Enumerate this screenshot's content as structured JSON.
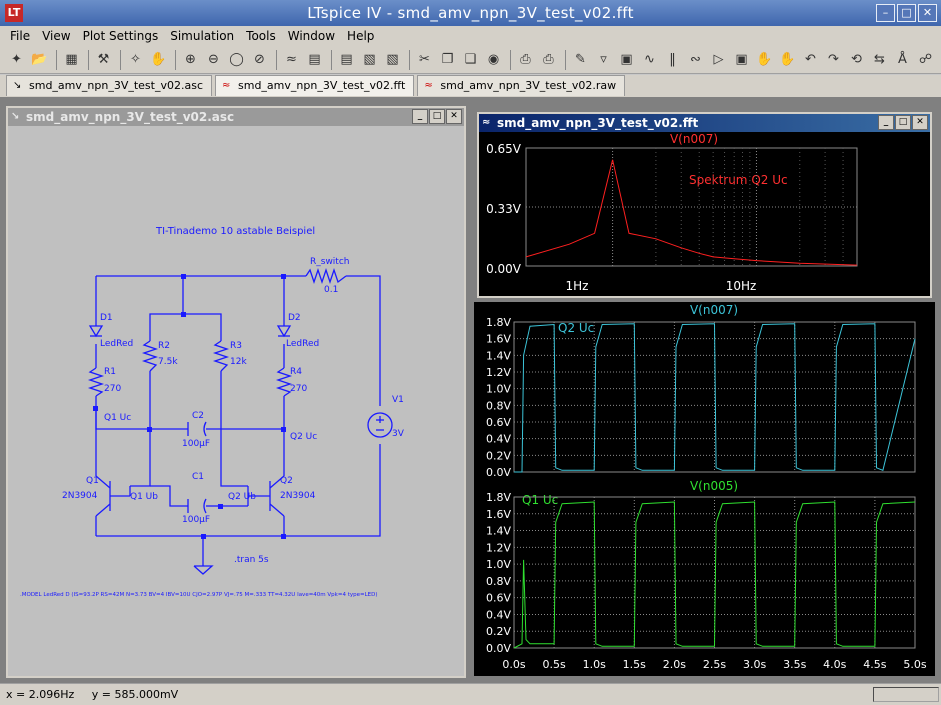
{
  "window": {
    "title": "LTspice IV - smd_amv_npn_3V_test_v02.fft",
    "logo": "LT"
  },
  "menu": [
    "File",
    "View",
    "Plot Settings",
    "Simulation",
    "Tools",
    "Window",
    "Help"
  ],
  "toolbar_icons": [
    "new-schematic-icon",
    "open-icon",
    "save-icon",
    "control-panel-icon",
    "run-icon",
    "halt-icon",
    "zoom-in-icon",
    "zoom-out-icon",
    "zoom-fit-icon",
    "zoom-cancel-icon",
    "autorange-icon",
    "tile-horizontal-icon",
    "cascade-icon",
    "tile-vertical-icon",
    "cut-icon",
    "copy-icon",
    "paste-icon",
    "find-icon",
    "print-setup-icon",
    "print-icon",
    "wire-icon",
    "ground-icon",
    "label-icon",
    "resistor-icon",
    "capacitor-icon",
    "inductor-icon",
    "diode-icon",
    "component-icon",
    "move-icon",
    "drag-icon",
    "undo-icon",
    "redo-icon",
    "rotate-icon",
    "mirror-icon",
    "text-icon",
    "spice-directive-icon"
  ],
  "tabs": [
    {
      "label": "smd_amv_npn_3V_test_v02.asc",
      "icon": "schematic-icon"
    },
    {
      "label": "smd_amv_npn_3V_test_v02.fft",
      "icon": "waveform-icon"
    },
    {
      "label": "smd_amv_npn_3V_test_v02.raw",
      "icon": "waveform-icon"
    }
  ],
  "schematic": {
    "title": "smd_amv_npn_3V_test_v02.asc",
    "heading": "TI-Tinademo 10   astable Beispiel",
    "labels": {
      "r_switch": "R_switch",
      "r_switch_val": "0.1",
      "d1": "D1",
      "d1_model": "LedRed",
      "d2": "D2",
      "d2_model": "LedRed",
      "r1": "R1",
      "r1_val": "270",
      "r2": "R2",
      "r2_val": "7.5k",
      "r3": "R3",
      "r3_val": "12k",
      "r4": "R4",
      "r4_val": "270",
      "c1": "C1",
      "c1_val": "100µF",
      "c2": "C2",
      "c2_val": "100µF",
      "q1": "Q1",
      "q1_model": "2N3904",
      "q2": "Q2",
      "q2_model": "2N3904",
      "v1": "V1",
      "v1_val": "3V",
      "q1uc": "Q1 Uc",
      "q1ub": "Q1 Ub",
      "q2uc": "Q2 Uc",
      "q2ub": "Q2 Ub",
      "tran": ".tran 5s",
      "model": ".MODEL LedRed D (IS=93.2P RS=42M N=3.73 BV=4 IBV=10U CJO=2.97P VJ=.75 M=.333 TT=4.32U Iave=40m Vpk=4 type=LED)"
    }
  },
  "fft": {
    "title": "smd_amv_npn_3V_test_v02.fft",
    "trace": "V(n007)",
    "annotation": "Spektrum Q2 Uc",
    "y_ticks": [
      "0.65V",
      "0.33V",
      "0.00V"
    ],
    "x_ticks": [
      "1Hz",
      "10Hz"
    ]
  },
  "transient": {
    "pane1_trace": "V(n007)",
    "pane1_label": "Q2 Uc",
    "pane2_trace": "V(n005)",
    "pane2_label": "Q1 Uc",
    "y_ticks": [
      "1.8V",
      "1.6V",
      "1.4V",
      "1.2V",
      "1.0V",
      "0.8V",
      "0.6V",
      "0.4V",
      "0.2V",
      "0.0V"
    ],
    "x_ticks": [
      "0.0s",
      "0.5s",
      "1.0s",
      "1.5s",
      "2.0s",
      "2.5s",
      "3.0s",
      "3.5s",
      "4.0s",
      "4.5s",
      "5.0s"
    ]
  },
  "status": {
    "x": "x = 2.096Hz",
    "y": "y = 585.000mV"
  },
  "colors": {
    "wire": "#1a1aff",
    "fft_trace": "#ff2020",
    "q2_trace": "#3cc4d8",
    "q1_trace": "#30e030",
    "grid": "#8a8a8a"
  },
  "chart_data": [
    {
      "type": "line",
      "x": [
        0.25,
        0.5,
        0.75,
        1.0,
        1.3,
        2.0,
        3.0,
        4.0,
        5.0,
        7.0,
        10.0,
        20.0,
        50.0
      ],
      "series": [
        {
          "name": "V(n007)",
          "values": [
            0.05,
            0.12,
            0.18,
            0.585,
            0.18,
            0.15,
            0.1,
            0.07,
            0.05,
            0.04,
            0.03,
            0.015,
            0.005
          ]
        }
      ],
      "title": "V(n007)",
      "xlabel": "",
      "ylabel": "",
      "xscale": "log",
      "ylim": [
        0.0,
        0.65
      ],
      "grid": true
    },
    {
      "type": "line",
      "x": [
        0.0,
        0.1,
        0.12,
        0.2,
        0.5,
        0.52,
        0.6,
        1.0,
        1.02,
        1.1,
        1.5,
        1.52,
        1.6,
        2.0,
        2.02,
        2.1,
        2.5,
        2.52,
        2.6,
        3.0,
        3.02,
        3.1,
        3.5,
        3.52,
        3.6,
        4.0,
        4.02,
        4.1,
        4.5,
        4.52,
        4.6,
        5.0
      ],
      "series": [
        {
          "name": "V(n007)",
          "values": [
            0.0,
            0.0,
            1.4,
            1.75,
            1.77,
            0.05,
            0.02,
            0.02,
            1.5,
            1.77,
            1.78,
            0.05,
            0.02,
            0.02,
            1.5,
            1.77,
            1.78,
            0.05,
            0.02,
            0.02,
            1.5,
            1.77,
            1.78,
            0.05,
            0.02,
            0.02,
            1.5,
            1.77,
            1.78,
            0.05,
            0.02,
            1.6
          ]
        }
      ],
      "title": "V(n007)",
      "xlim": [
        0.0,
        5.0
      ],
      "ylim": [
        0.0,
        1.8
      ],
      "grid": true
    },
    {
      "type": "line",
      "x": [
        0.0,
        0.1,
        0.12,
        0.15,
        0.2,
        0.5,
        0.52,
        0.6,
        1.0,
        1.02,
        1.1,
        1.5,
        1.52,
        1.6,
        2.0,
        2.02,
        2.1,
        2.5,
        2.52,
        2.6,
        3.0,
        3.02,
        3.1,
        3.5,
        3.52,
        3.6,
        4.0,
        4.02,
        4.1,
        4.5,
        4.52,
        4.6,
        5.0
      ],
      "series": [
        {
          "name": "V(n005)",
          "values": [
            0.0,
            0.05,
            1.05,
            0.1,
            0.05,
            0.05,
            1.5,
            1.72,
            1.74,
            0.05,
            0.02,
            0.02,
            1.5,
            1.72,
            1.74,
            0.05,
            0.02,
            0.02,
            1.5,
            1.72,
            1.74,
            0.05,
            0.02,
            0.02,
            1.5,
            1.72,
            1.74,
            0.05,
            0.02,
            0.02,
            1.5,
            1.72,
            1.74
          ]
        }
      ],
      "title": "V(n005)",
      "xlim": [
        0.0,
        5.0
      ],
      "ylim": [
        0.0,
        1.8
      ],
      "grid": true
    }
  ]
}
